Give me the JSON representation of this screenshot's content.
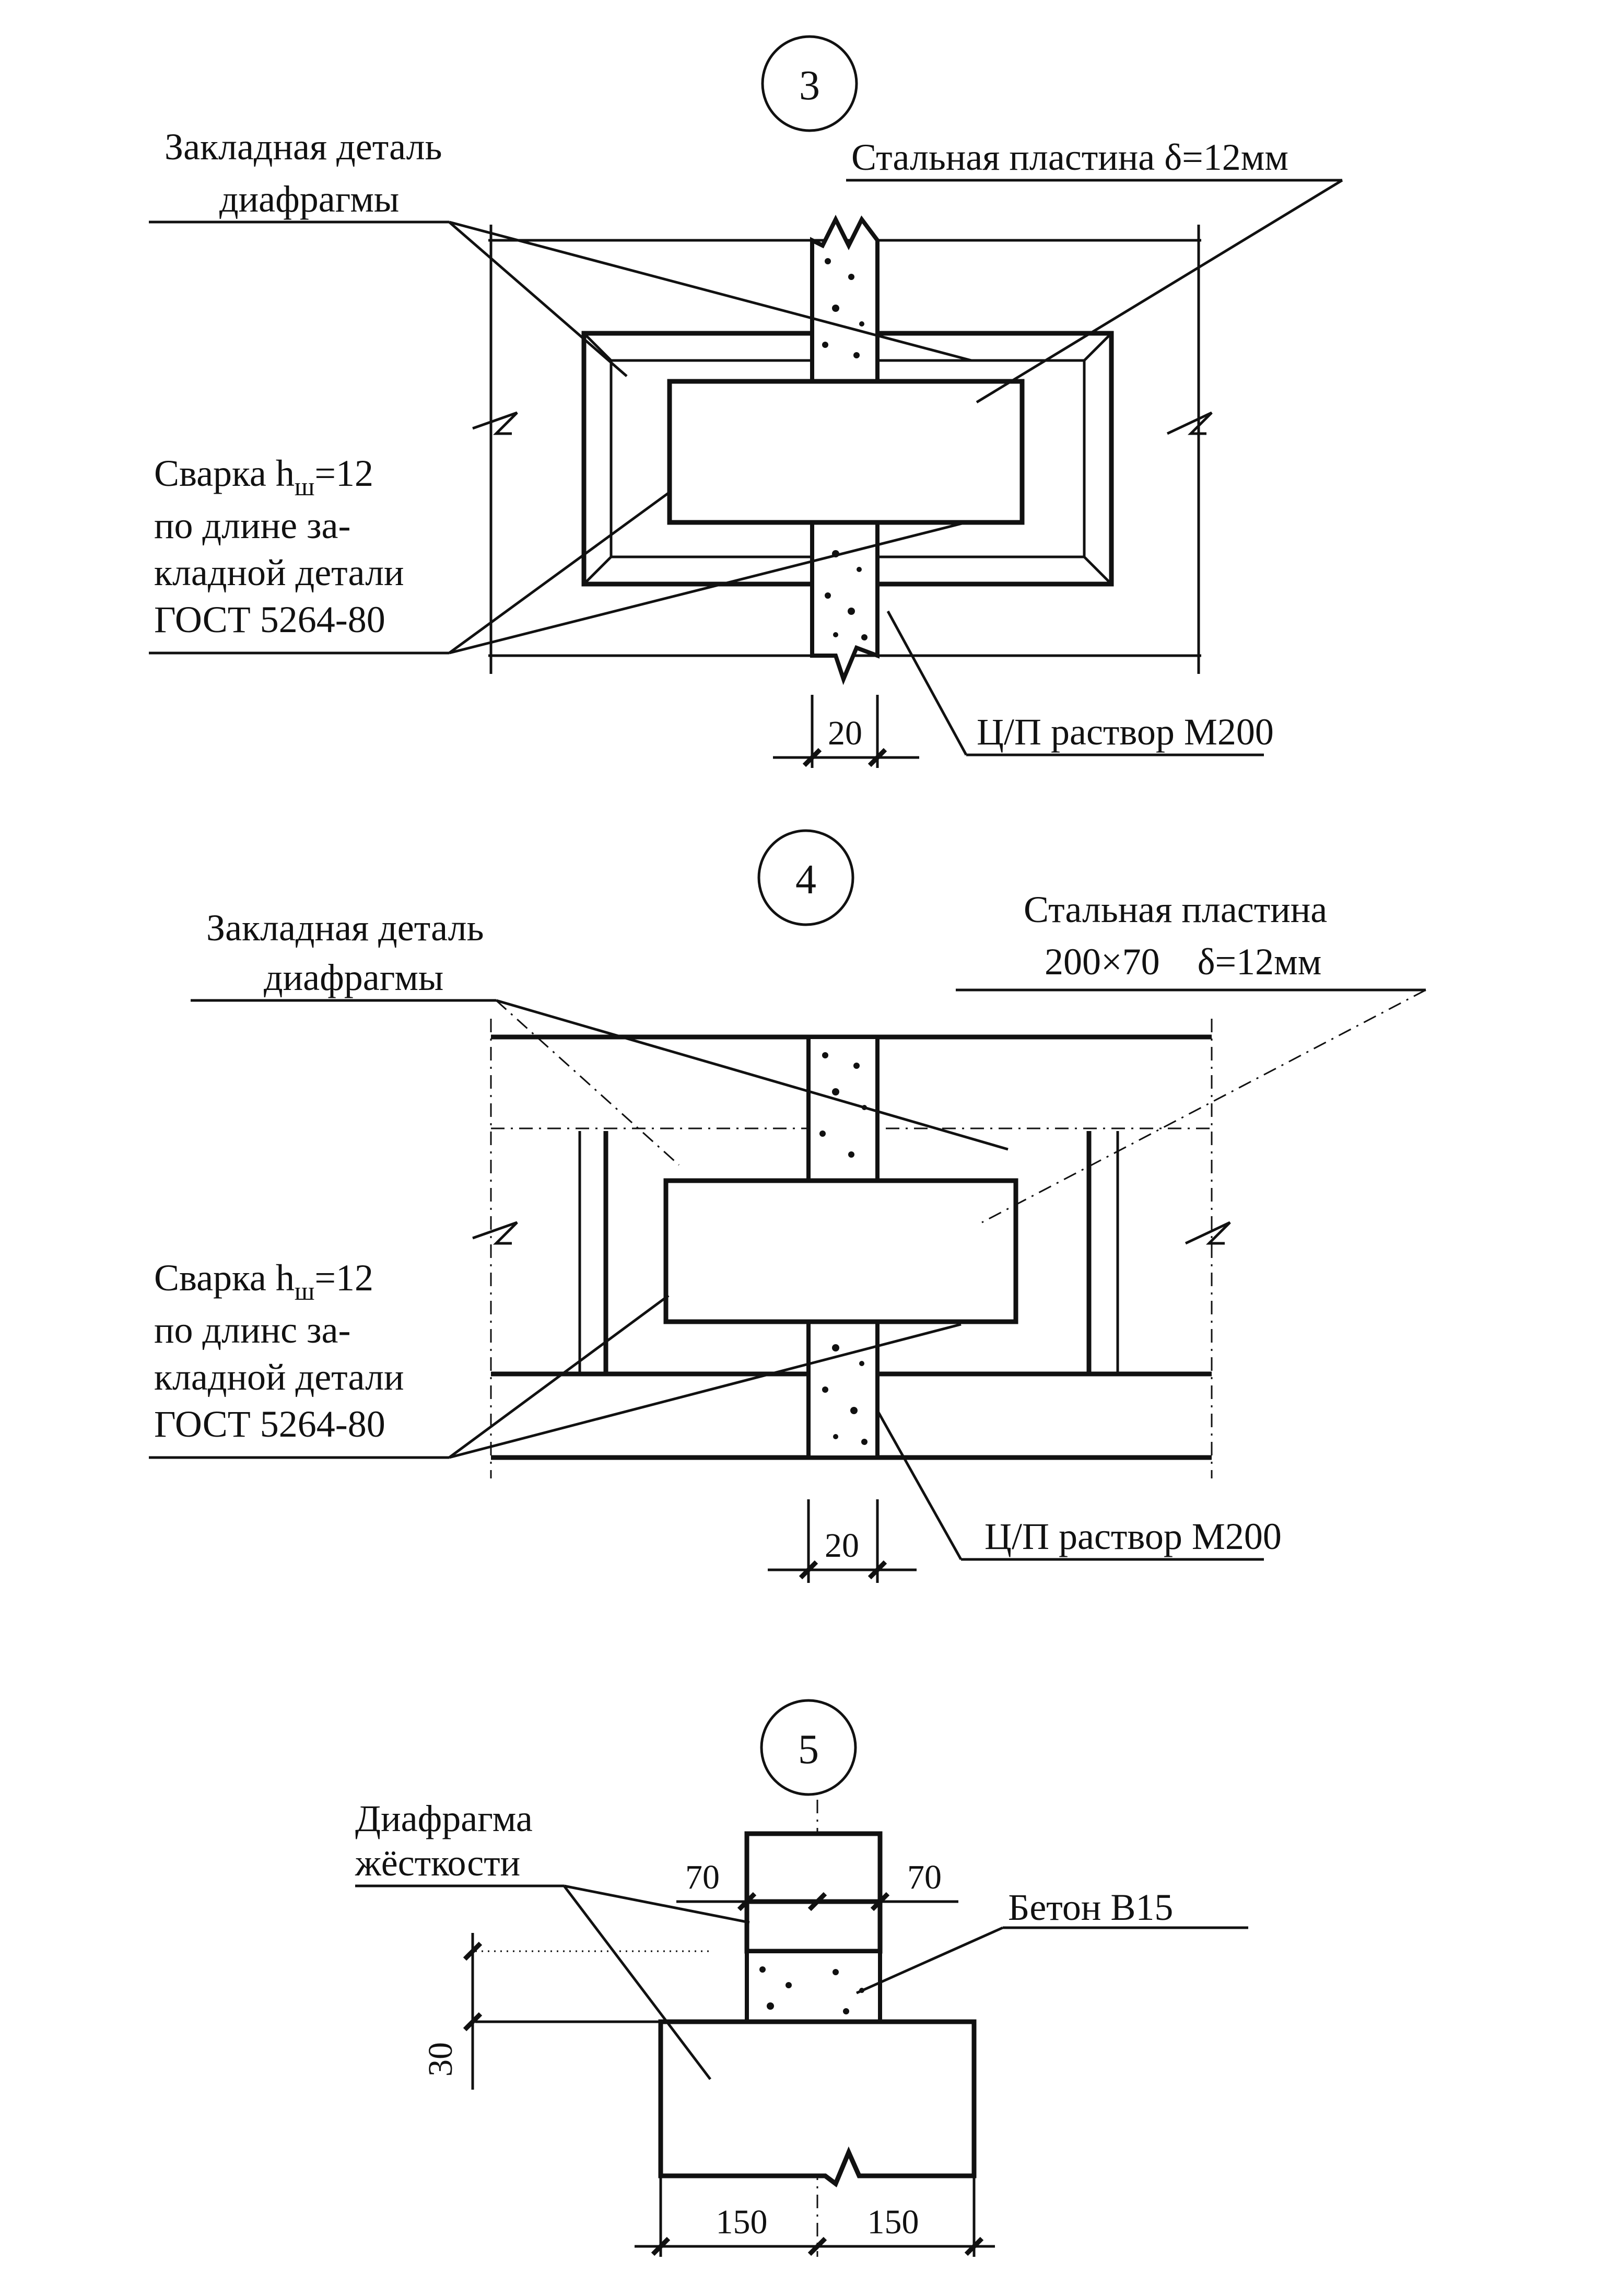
{
  "details": [
    {
      "marker": "3",
      "embedded_part": [
        "Закладная  деталь",
        "диафрагмы"
      ],
      "steel_plate": [
        "Стальная пластина δ=12мм"
      ],
      "weld": [
        "Сварка h",
        "ш",
        "=12",
        "по длине за-",
        "кладной детали",
        "ГОСТ 5264-80"
      ],
      "mortar": "Ц/П раствор М200",
      "joint_width": "20"
    },
    {
      "marker": "4",
      "embedded_part": [
        "Закладная  деталь",
        "диафрагмы"
      ],
      "steel_plate": [
        "Стальная пластина",
        "200×70    δ=12мм"
      ],
      "weld": [
        "Сварка h",
        "ш",
        "=12",
        "по длинс за-",
        "кладной детали",
        "ГОСТ 5264-80"
      ],
      "mortar": "Ц/П раствор М200",
      "joint_width": "20"
    },
    {
      "marker": "5",
      "diaphragm": [
        "Диафрагма",
        "жёсткости"
      ],
      "concrete": "Бетон В15",
      "top_widths": [
        "70",
        "70"
      ],
      "height": "30",
      "bottom_widths": [
        "150",
        "150"
      ]
    }
  ]
}
